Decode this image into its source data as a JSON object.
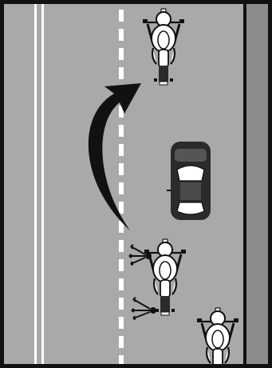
{
  "diagram": {
    "colors": {
      "road": "#a9a9a9",
      "shoulder": "#8c8c8c",
      "frame": "#111111",
      "edge_lines": "#ffffff",
      "lane_dashes": "#ffffff",
      "arrow": "#111111",
      "vehicle_body": "#2b2b2b",
      "vehicle_light": "#ffffff"
    },
    "elements": {
      "road_surface": "road-surface",
      "shoulder": "shoulder",
      "left_edge_lines": "double-edge-line",
      "lane_divider": "dashed-lane-divider",
      "lead_motorcycle": "motorcycle-top-view-icon",
      "passing_motorcycle": "motorcycle-top-view-icon",
      "rear_motorcycle": "motorcycle-top-view-icon",
      "car": "car-top-view-icon",
      "passing_arrow": "curved-arrow-icon",
      "turn_signals": "turn-signal-icon"
    }
  }
}
